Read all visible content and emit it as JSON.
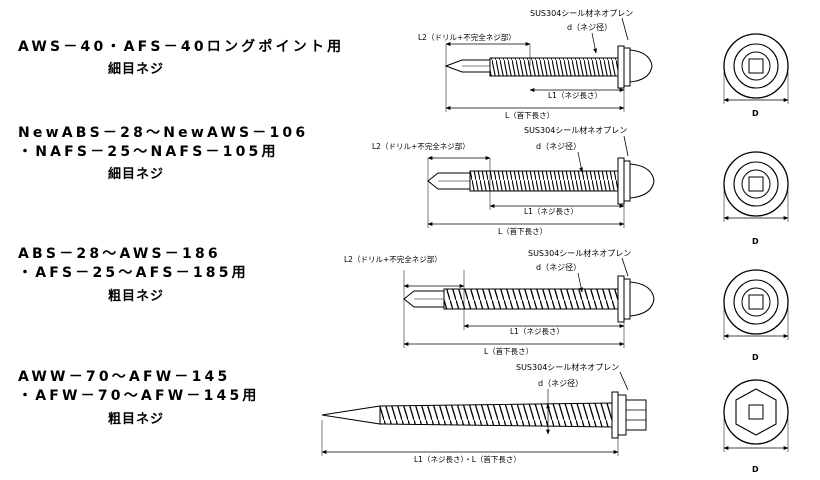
{
  "rows": [
    {
      "title_line1": "AWS－40・AFS－40ロングポイント用",
      "title_line2": "",
      "subtitle": "細目ネジ",
      "seal": "SUS304シール材ネオプレン",
      "dia": "d（ネジ径）",
      "l2": "L2（ドリル+不完全ネジ部）",
      "l1": "L1（ネジ長さ）",
      "l": "L（首下長さ）",
      "washer_d": "D"
    },
    {
      "title_line1": "NewABS－28～NewAWS－106",
      "title_line2": "・NAFS－25～NAFS－105用",
      "subtitle": "細目ネジ",
      "seal": "SUS304シール材ネオプレン",
      "dia": "d（ネジ径）",
      "l2": "L2（ドリル+不完全ネジ部）",
      "l1": "L1（ネジ長さ）",
      "l": "L（首下長さ）",
      "washer_d": "D"
    },
    {
      "title_line1": "ABS－28～AWS－186",
      "title_line2": "・AFS－25～AFS－185用",
      "subtitle": "粗目ネジ",
      "seal": "SUS304シール材ネオプレン",
      "dia": "d（ネジ径）",
      "l2": "L2（ドリル+不完全ネジ部）",
      "l1": "L1（ネジ長さ）",
      "l": "L（首下長さ）",
      "washer_d": "D"
    },
    {
      "title_line1": "AWW－70～AFW－145",
      "title_line2": "・AFW－70～AFW－145用",
      "subtitle": "粗目ネジ",
      "seal": "SUS304シール材ネオプレン",
      "dia": "d（ネジ径）",
      "l2": "",
      "l1": "L1（ネジ長さ）・L（首下長さ）",
      "l": "",
      "washer_d": "D"
    }
  ]
}
